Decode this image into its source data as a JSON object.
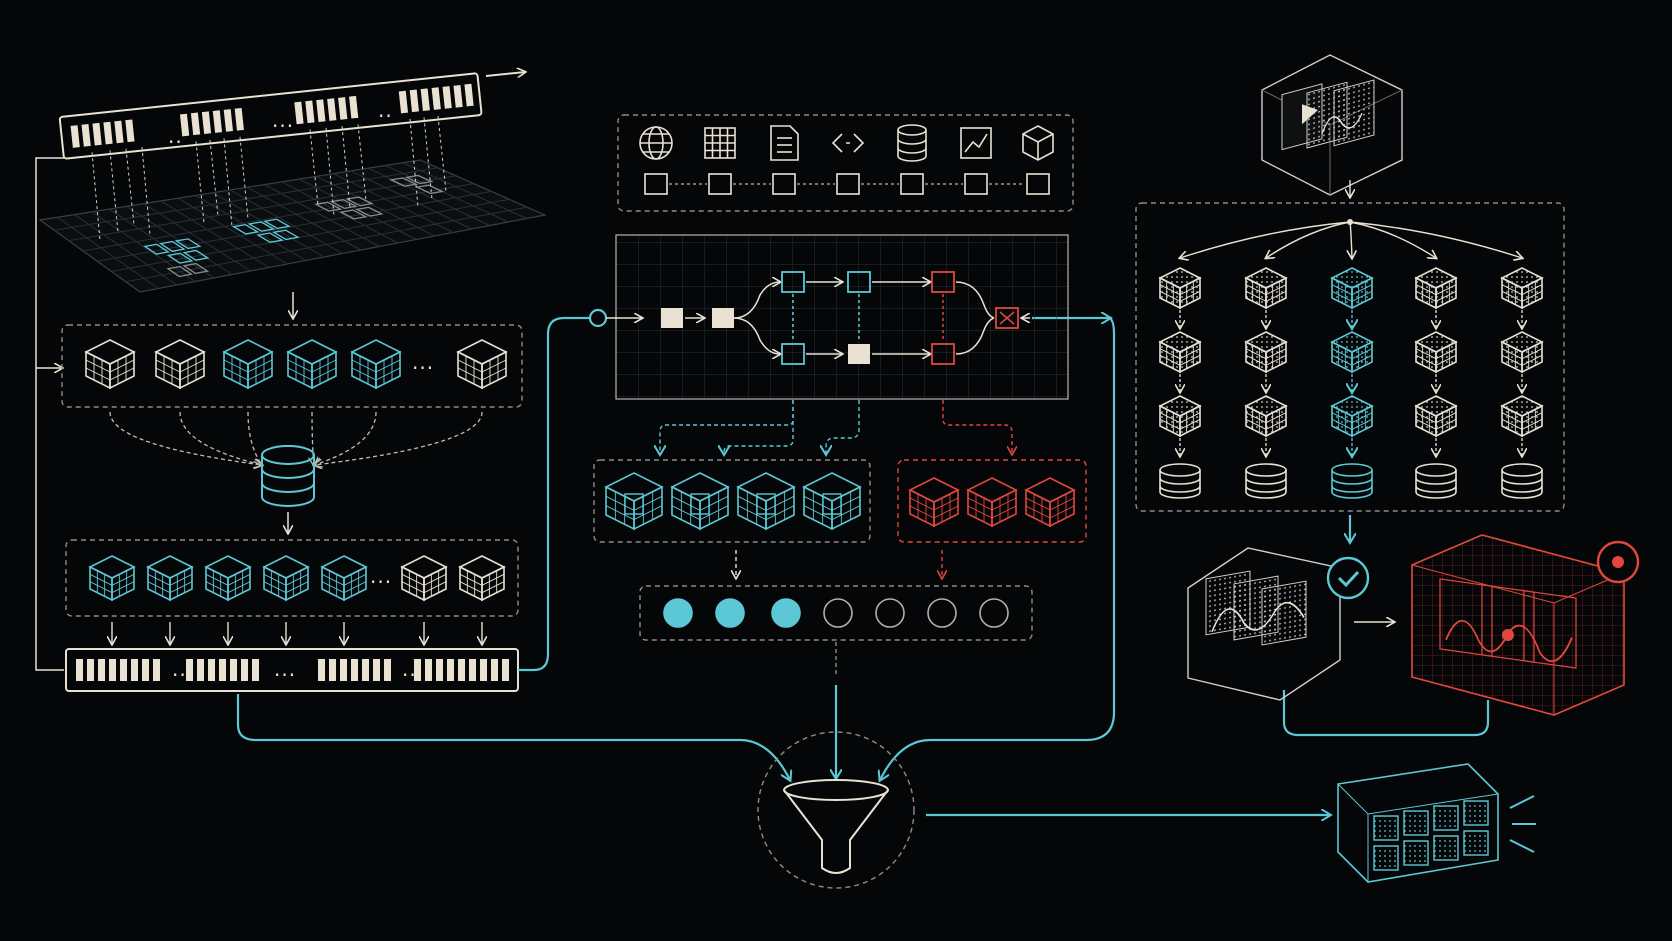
{
  "theme": {
    "background": "#050607",
    "cream": "#e9e2d3",
    "cyan": "#5cc8d6",
    "red": "#e0483e",
    "grid": "#2a2f33",
    "dashed": "#8c8c8c"
  },
  "left_panel": {
    "top_sequence_ellipses": [
      "..",
      "...",
      ".."
    ],
    "cube_row_ellipsis": "...",
    "second_cube_row_ellipsis": "...",
    "bottom_sequence_ellipses": [
      "..",
      "...",
      ".."
    ],
    "cube_row": [
      "cream",
      "cream",
      "cyan",
      "cyan",
      "cyan",
      "cream"
    ],
    "second_cube_row": [
      "cyan",
      "cyan",
      "cyan",
      "cyan",
      "cyan",
      "cream",
      "cream"
    ]
  },
  "center_panel": {
    "source_icons": [
      "globe-icon",
      "table-icon",
      "document-icon",
      "code-icon",
      "database-icon",
      "line-chart-icon",
      "cube-icon"
    ],
    "progress_dots": {
      "filled": 3,
      "total": 7
    },
    "cyan_cube_icons": [
      "database-cube-icon",
      "table-cube-icon",
      "code-cube-icon",
      "chart-cube-icon"
    ],
    "red_cube_count": 3
  },
  "right_panel": {
    "tree_columns": 5,
    "highlighted_column": 2,
    "tree_depth": 3
  },
  "check_badge_icon": "check-circle-icon",
  "alert_badge_icon": "target-alert-icon",
  "funnel_icon": "funnel-icon",
  "output_icon": "grid-box-icon"
}
